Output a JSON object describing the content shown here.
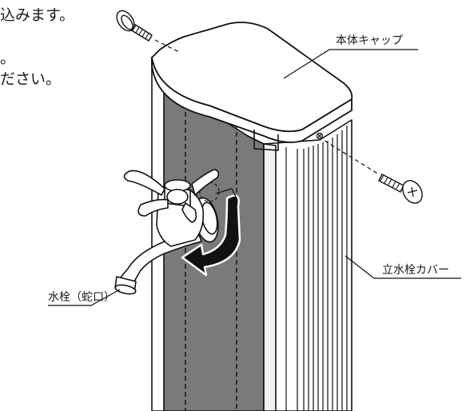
{
  "instructions": {
    "line1": "込みます。",
    "line2": "。",
    "line3": "ださい。"
  },
  "labels": {
    "cap": "本体キャップ",
    "faucet": "水栓（蛇口）",
    "cover": "立水栓カバー"
  },
  "colors": {
    "panel": "#7a7a7a",
    "outline": "#111111",
    "background": "#ffffff"
  }
}
